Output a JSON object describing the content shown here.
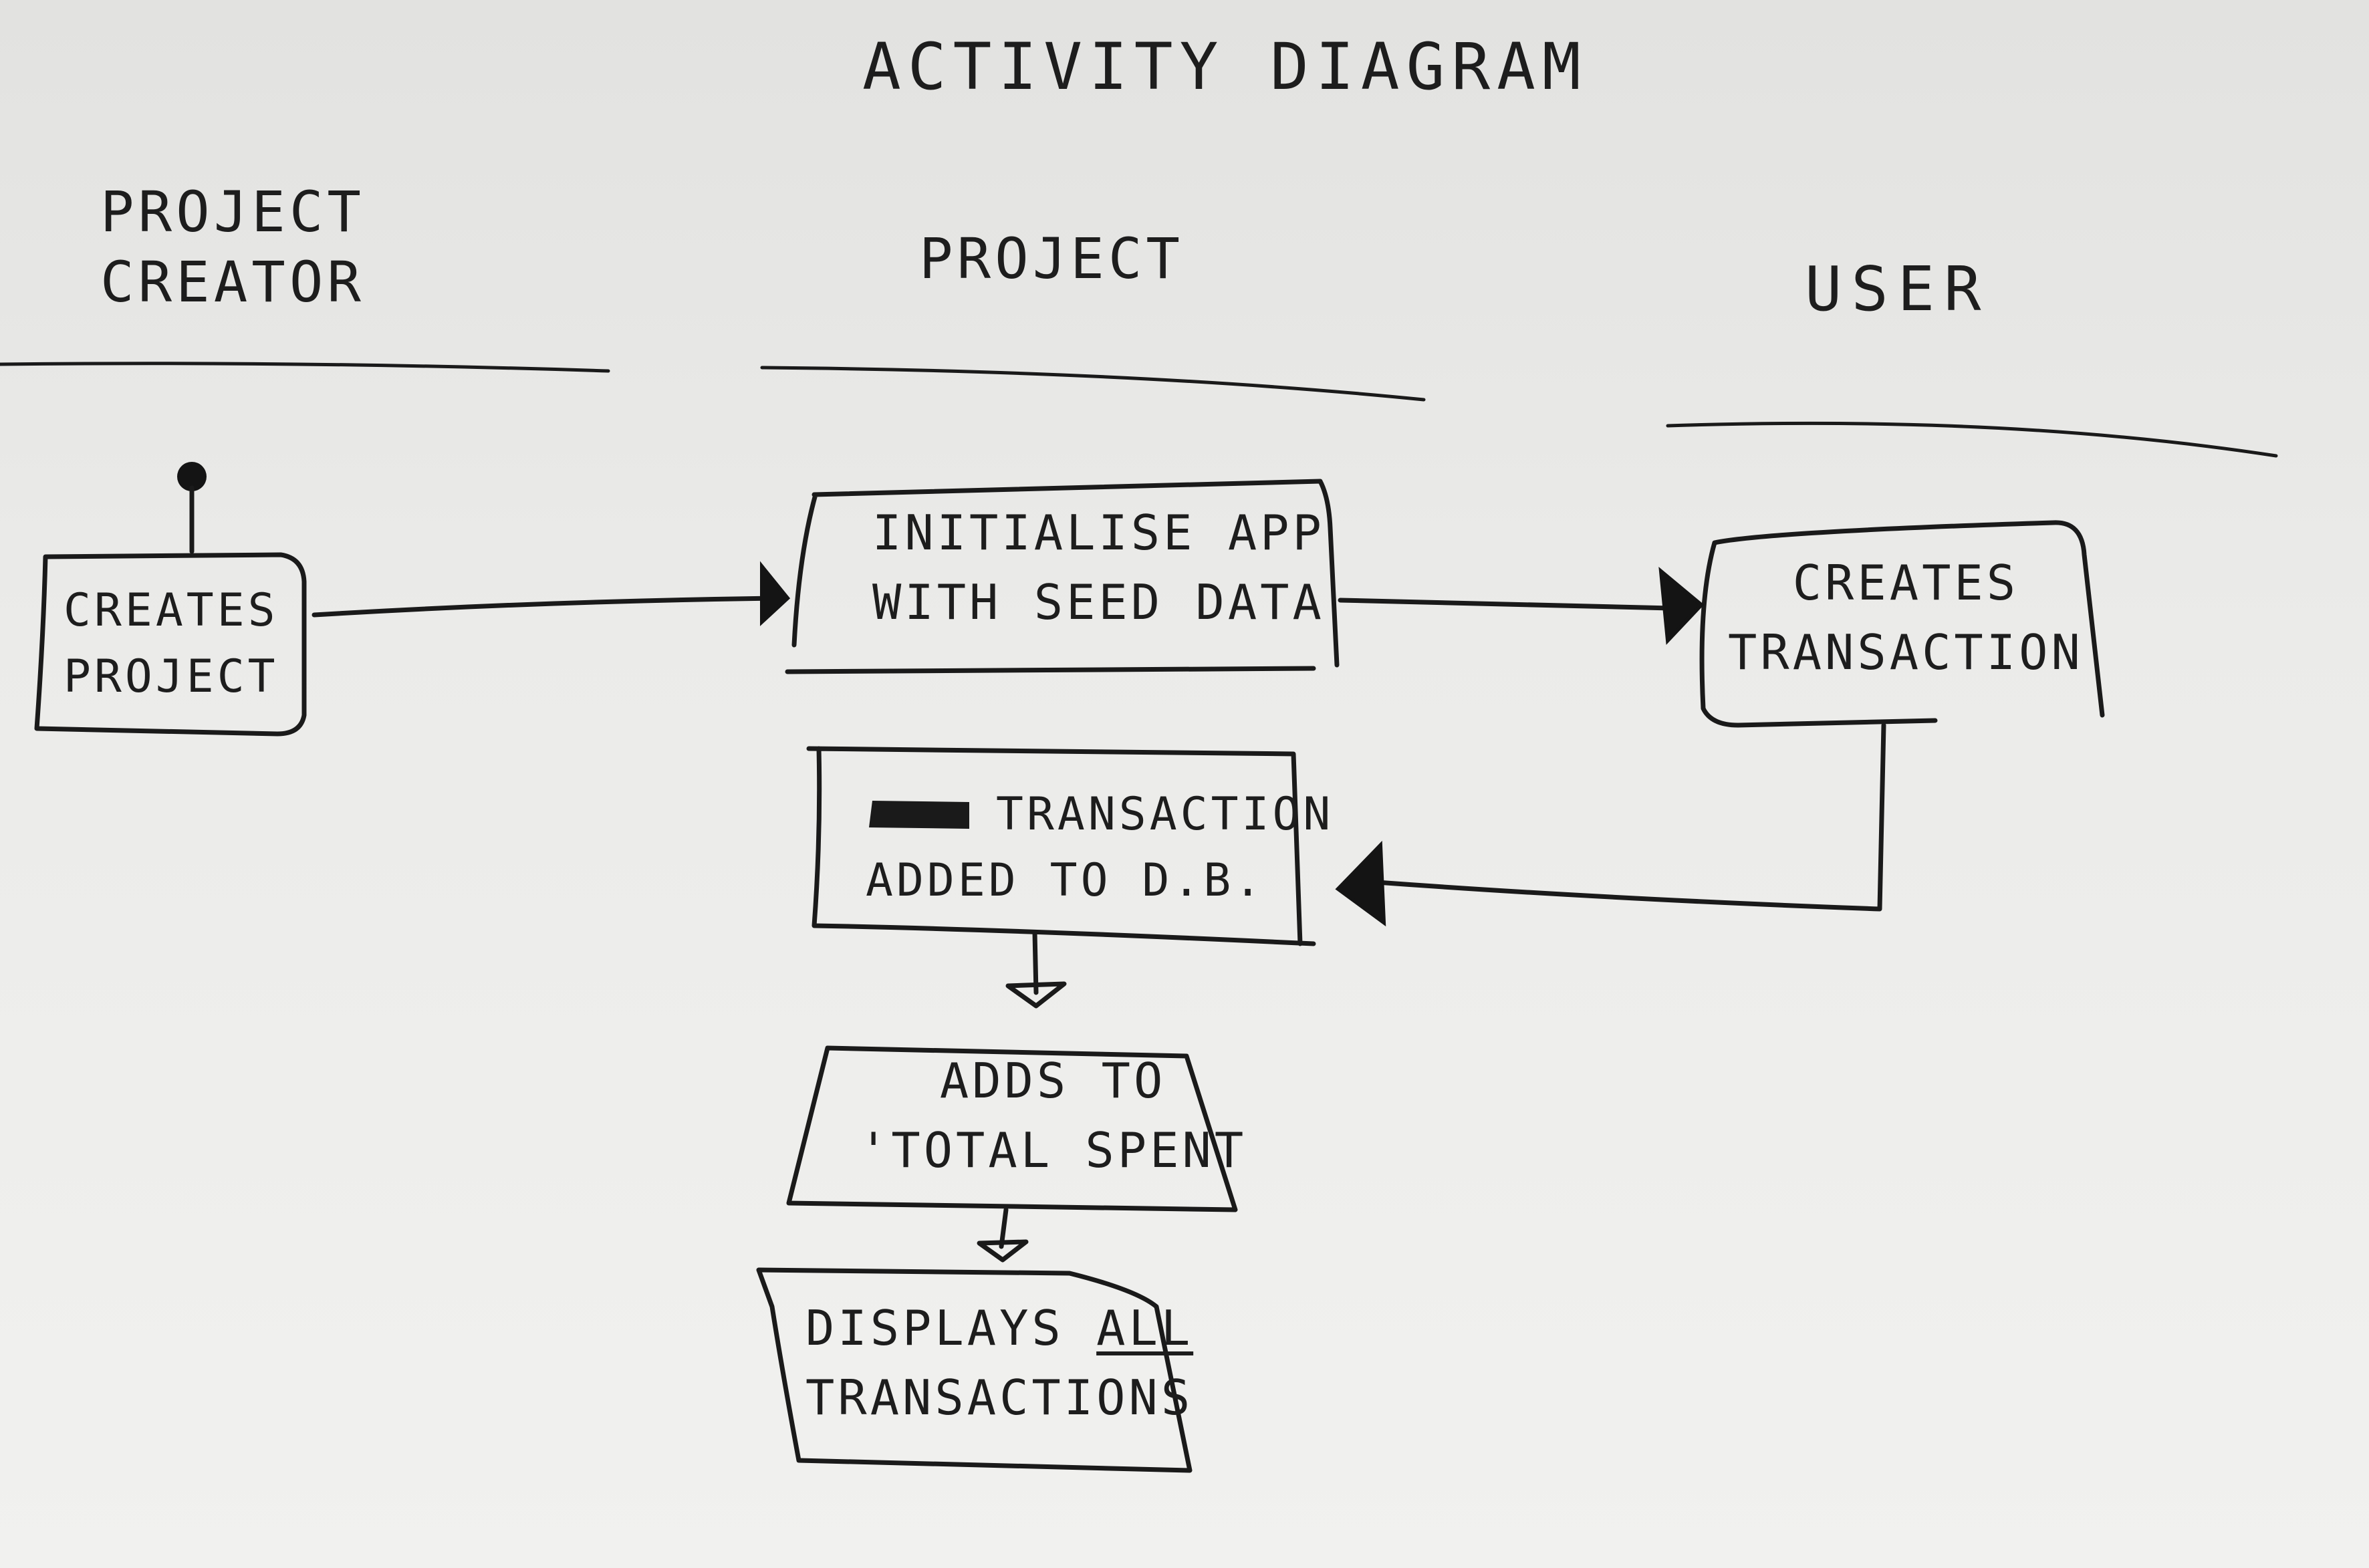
{
  "title": "Activity Diagram",
  "lanes": [
    {
      "line1": "Project",
      "line2": "Creator"
    },
    {
      "line1": "Project"
    },
    {
      "line1": "User"
    }
  ],
  "nodes": {
    "creates_project": {
      "line1": "Creates",
      "line2": "Project"
    },
    "initialise_app": {
      "line1": "Initialise App",
      "line2": "With Seed Data"
    },
    "creates_transaction": {
      "line1": "Creates",
      "line2": "Transaction"
    },
    "transaction_added": {
      "line1": "Transaction",
      "line2": "Added to D.B."
    },
    "adds_total": {
      "line1": "Adds To",
      "line2": "'Total Spent"
    },
    "displays_all": {
      "line1_a": "Displays",
      "line1_b": "All",
      "line2": "Transactions"
    }
  }
}
